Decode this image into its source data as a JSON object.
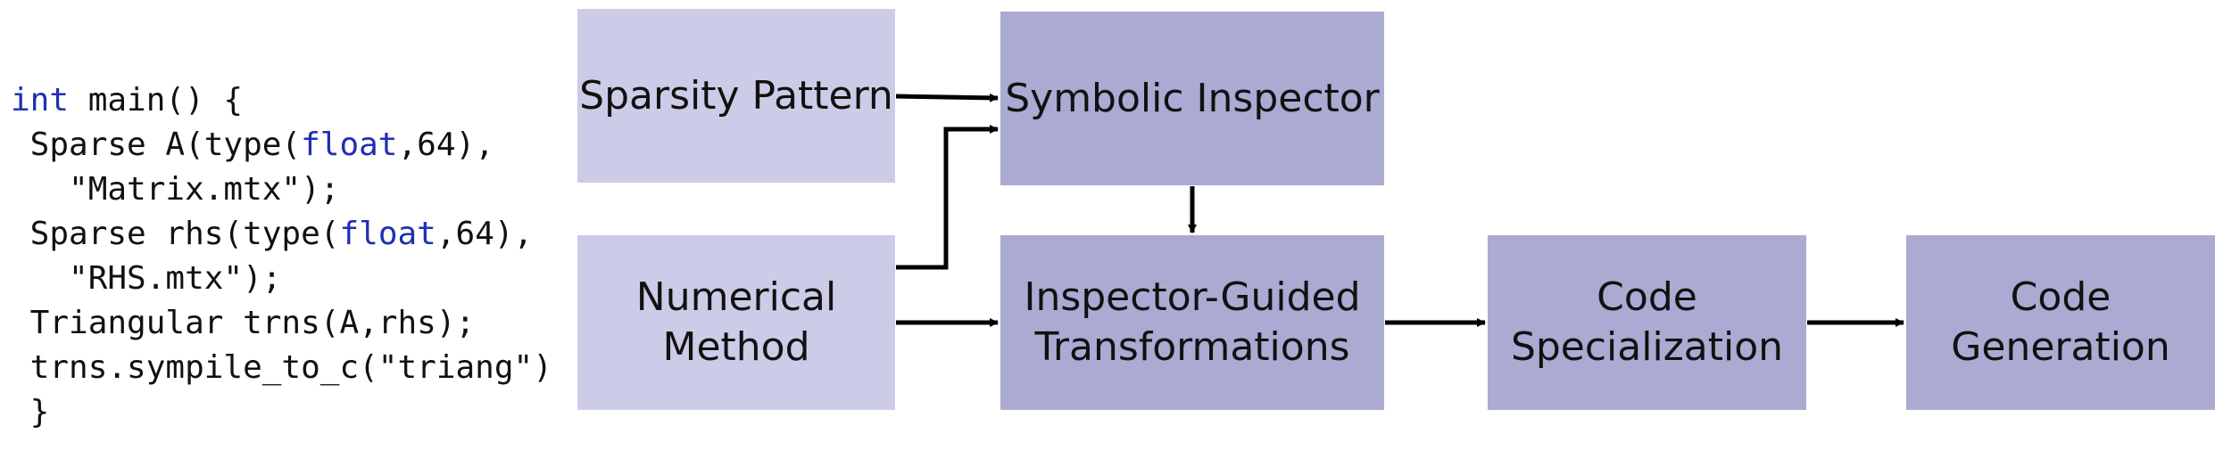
{
  "code": {
    "lines": [
      [
        {
          "t": "int",
          "kw": true
        },
        {
          "t": " main() {",
          "kw": false
        }
      ],
      [
        {
          "t": " Sparse A(type(",
          "kw": false
        },
        {
          "t": "float",
          "kw": true
        },
        {
          "t": ",64),",
          "kw": false
        }
      ],
      [
        {
          "t": "   \"Matrix.mtx\");",
          "kw": false
        }
      ],
      [
        {
          "t": " Sparse rhs(type(",
          "kw": false
        },
        {
          "t": "float",
          "kw": true
        },
        {
          "t": ",64),",
          "kw": false
        }
      ],
      [
        {
          "t": "   \"RHS.mtx\");",
          "kw": false
        }
      ],
      [
        {
          "t": " Triangular trns(A,rhs);",
          "kw": false
        }
      ],
      [
        {
          "t": " trns.sympile_to_c(\"triang\")",
          "kw": false
        }
      ],
      [
        {
          "t": " }",
          "kw": false
        }
      ]
    ]
  },
  "boxes": {
    "sparsity_pattern": [
      "Sparsity Pattern"
    ],
    "numerical_method": [
      "Numerical",
      "Method"
    ],
    "symbolic_inspector": [
      "Symbolic Inspector"
    ],
    "transformations": [
      "Inspector-Guided",
      "Transformations"
    ],
    "specialization": [
      "Code",
      "Specialization"
    ],
    "generation": [
      "Code",
      "Generation"
    ]
  },
  "colors": {
    "input_box": "#cccce8",
    "stage_box": "#aaaad3",
    "keyword": "#1f2fb3",
    "arrow": "#000000"
  }
}
